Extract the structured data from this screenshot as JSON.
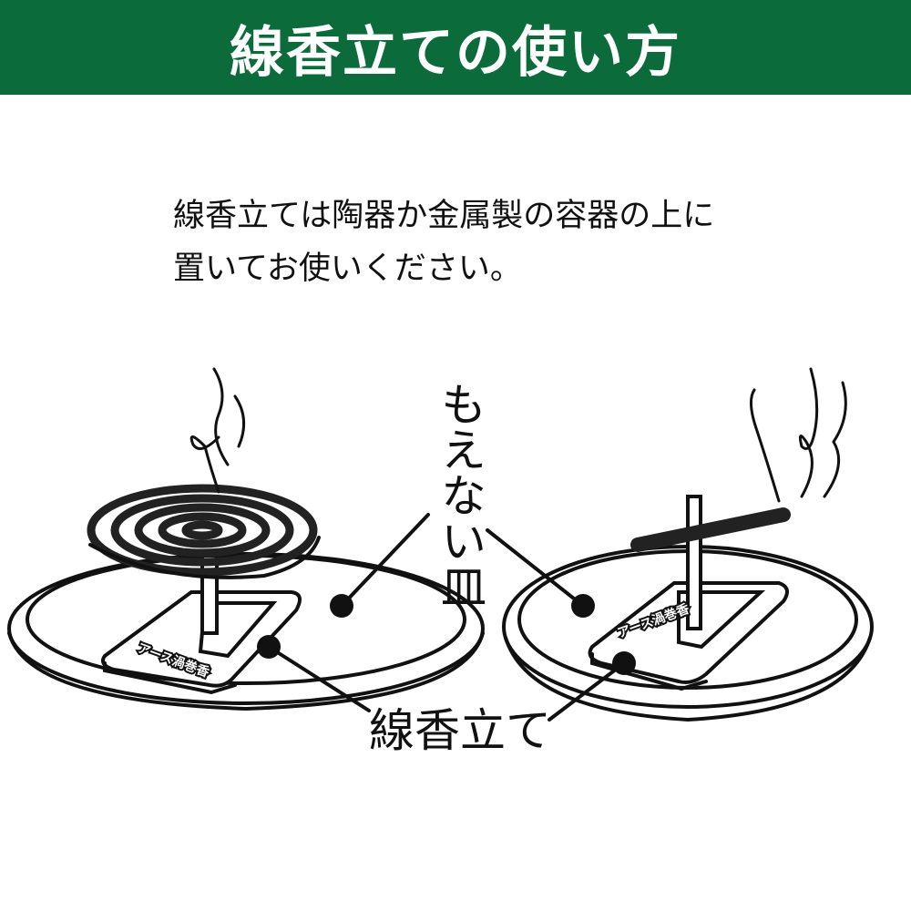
{
  "header": {
    "title": "線香立ての使い方"
  },
  "instructions": {
    "line1": "線香立ては陶器か金属製の容器の上に",
    "line2": "置いてお使いください。"
  },
  "labels": {
    "plate": "もえない皿",
    "stand": "線香立て",
    "stand_logo": "アース渦巻香"
  },
  "colors": {
    "header_bg": "#0b6b3a",
    "ink": "#111111"
  }
}
